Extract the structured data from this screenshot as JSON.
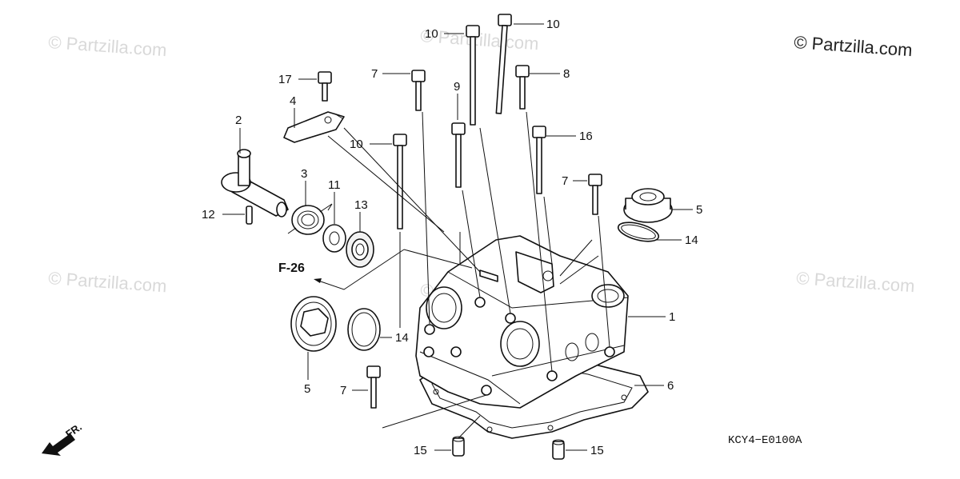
{
  "watermarks": {
    "main": "© Partzilla.com",
    "faint": "© Partzilla.com"
  },
  "diagram_code": "KCY4−E0100A",
  "section_ref": "F-26",
  "front_label": "FR.",
  "callouts": {
    "c1": "1",
    "c2": "2",
    "c3": "3",
    "c4": "4",
    "c5a": "5",
    "c5b": "5",
    "c6": "6",
    "c7a": "7",
    "c7b": "7",
    "c7c": "7",
    "c8": "8",
    "c9": "9",
    "c10a": "10",
    "c10b": "10",
    "c10c": "10",
    "c11": "11",
    "c12": "12",
    "c13": "13",
    "c14a": "14",
    "c14b": "14",
    "c15a": "15",
    "c15b": "15",
    "c16": "16",
    "c17": "17"
  }
}
